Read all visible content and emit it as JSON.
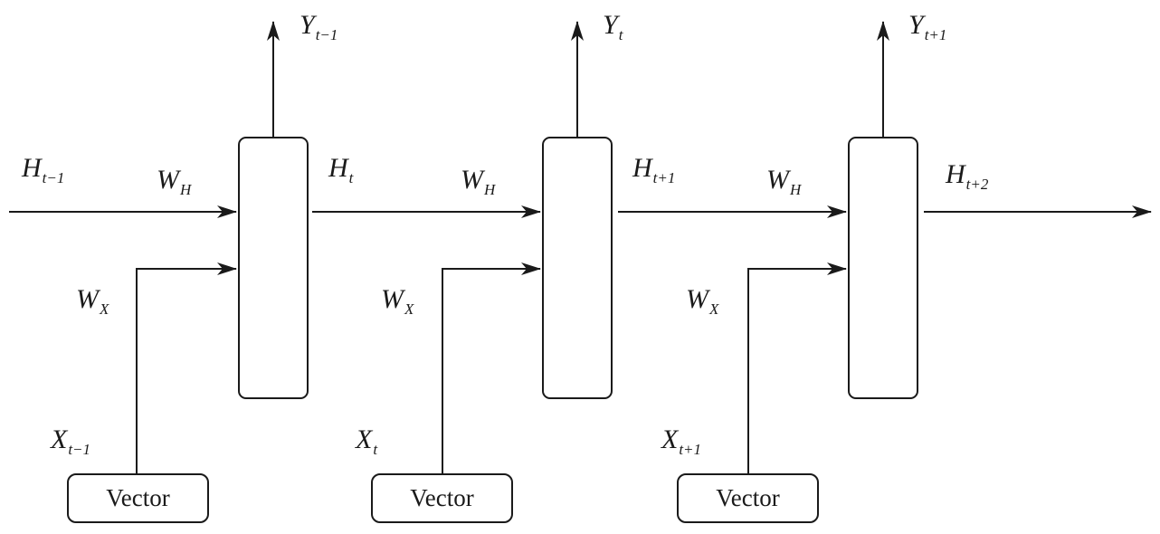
{
  "cells": [
    {
      "output": {
        "base": "Y",
        "sub": "t−1"
      },
      "hidden_in": {
        "base": "H",
        "sub": "t−1"
      },
      "hidden_weight": {
        "base": "W",
        "sub": "H"
      },
      "input_weight": {
        "base": "W",
        "sub": "X"
      },
      "input": {
        "base": "X",
        "sub": "t−1"
      },
      "vector_label": "Vector"
    },
    {
      "output": {
        "base": "Y",
        "sub": "t"
      },
      "hidden_in": {
        "base": "H",
        "sub": "t"
      },
      "hidden_weight": {
        "base": "W",
        "sub": "H"
      },
      "input_weight": {
        "base": "W",
        "sub": "X"
      },
      "input": {
        "base": "X",
        "sub": "t"
      },
      "vector_label": "Vector"
    },
    {
      "output": {
        "base": "Y",
        "sub": "t+1"
      },
      "hidden_in": {
        "base": "H",
        "sub": "t+1"
      },
      "hidden_weight": {
        "base": "W",
        "sub": "H"
      },
      "input_weight": {
        "base": "W",
        "sub": "X"
      },
      "input": {
        "base": "X",
        "sub": "t+1"
      },
      "vector_label": "Vector"
    }
  ],
  "final_hidden": {
    "base": "H",
    "sub": "t+2"
  }
}
